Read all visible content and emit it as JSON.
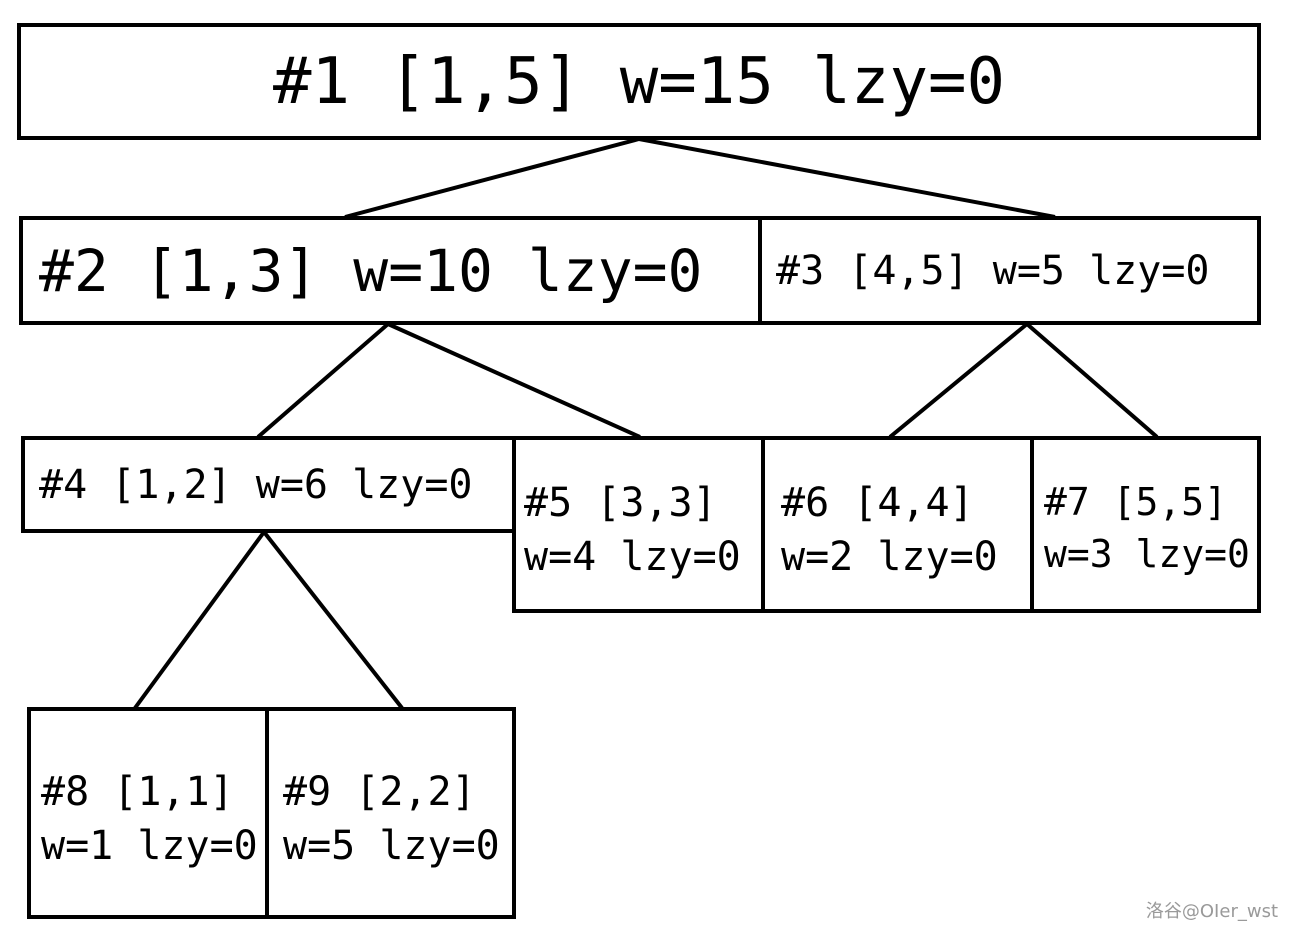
{
  "nodes": {
    "n1": {
      "line1": "#1 [1,5] w=15 lzy=0"
    },
    "n2": {
      "line1": "#2 [1,3] w=10 lzy=0"
    },
    "n3": {
      "line1": "#3 [4,5] w=5 lzy=0"
    },
    "n4": {
      "line1": "#4 [1,2] w=6 lzy=0"
    },
    "n5": {
      "line1": "#5 [3,3]",
      "line2": "w=4 lzy=0"
    },
    "n6": {
      "line1": "#6 [4,4]",
      "line2": "w=2 lzy=0"
    },
    "n7": {
      "line1": "#7 [5,5]",
      "line2": "w=3 lzy=0"
    },
    "n8": {
      "line1": "#8 [1,1]",
      "line2": "w=1 lzy=0"
    },
    "n9": {
      "line1": "#9 [2,2]",
      "line2": "w=5 lzy=0"
    }
  },
  "edges": [
    {
      "from": "n1",
      "to": "n2"
    },
    {
      "from": "n1",
      "to": "n3"
    },
    {
      "from": "n2",
      "to": "n4"
    },
    {
      "from": "n2",
      "to": "n5"
    },
    {
      "from": "n3",
      "to": "n6"
    },
    {
      "from": "n3",
      "to": "n7"
    },
    {
      "from": "n4",
      "to": "n8"
    },
    {
      "from": "n4",
      "to": "n9"
    }
  ],
  "watermark": "洛谷@OIer_wst",
  "colors": {
    "stroke": "#000000",
    "background": "#ffffff",
    "watermark": "#9a9a9a"
  }
}
